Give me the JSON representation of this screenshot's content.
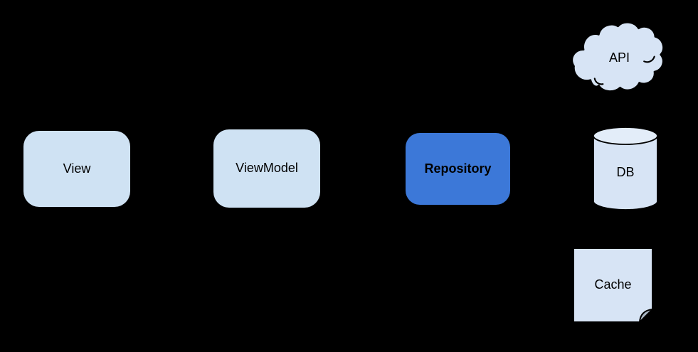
{
  "diagram": {
    "nodes": {
      "view": {
        "label": "View",
        "shape": "rounded-rect",
        "fill": "#cfe2f3"
      },
      "viewmodel": {
        "label": "ViewModel",
        "shape": "rounded-rect",
        "fill": "#cfe2f3"
      },
      "repository": {
        "label": "Repository",
        "shape": "rounded-rect",
        "fill": "#3c78d8",
        "bold": true
      },
      "api": {
        "label": "API",
        "shape": "cloud",
        "fill": "#d7e4f5"
      },
      "db": {
        "label": "DB",
        "shape": "cylinder",
        "fill": "#d7e4f5"
      },
      "cache": {
        "label": "Cache",
        "shape": "note",
        "fill": "#d7e4f5"
      }
    },
    "colors": {
      "background": "#000000",
      "shape_outline": "#000000",
      "light_fill": "#cfe2f3",
      "icon_fill": "#d7e4f5",
      "cylinder_top_fill": "#e3edf9",
      "accent_fill": "#3c78d8",
      "note_fold_fill": "#a9b6c4",
      "text": "#000000"
    }
  }
}
